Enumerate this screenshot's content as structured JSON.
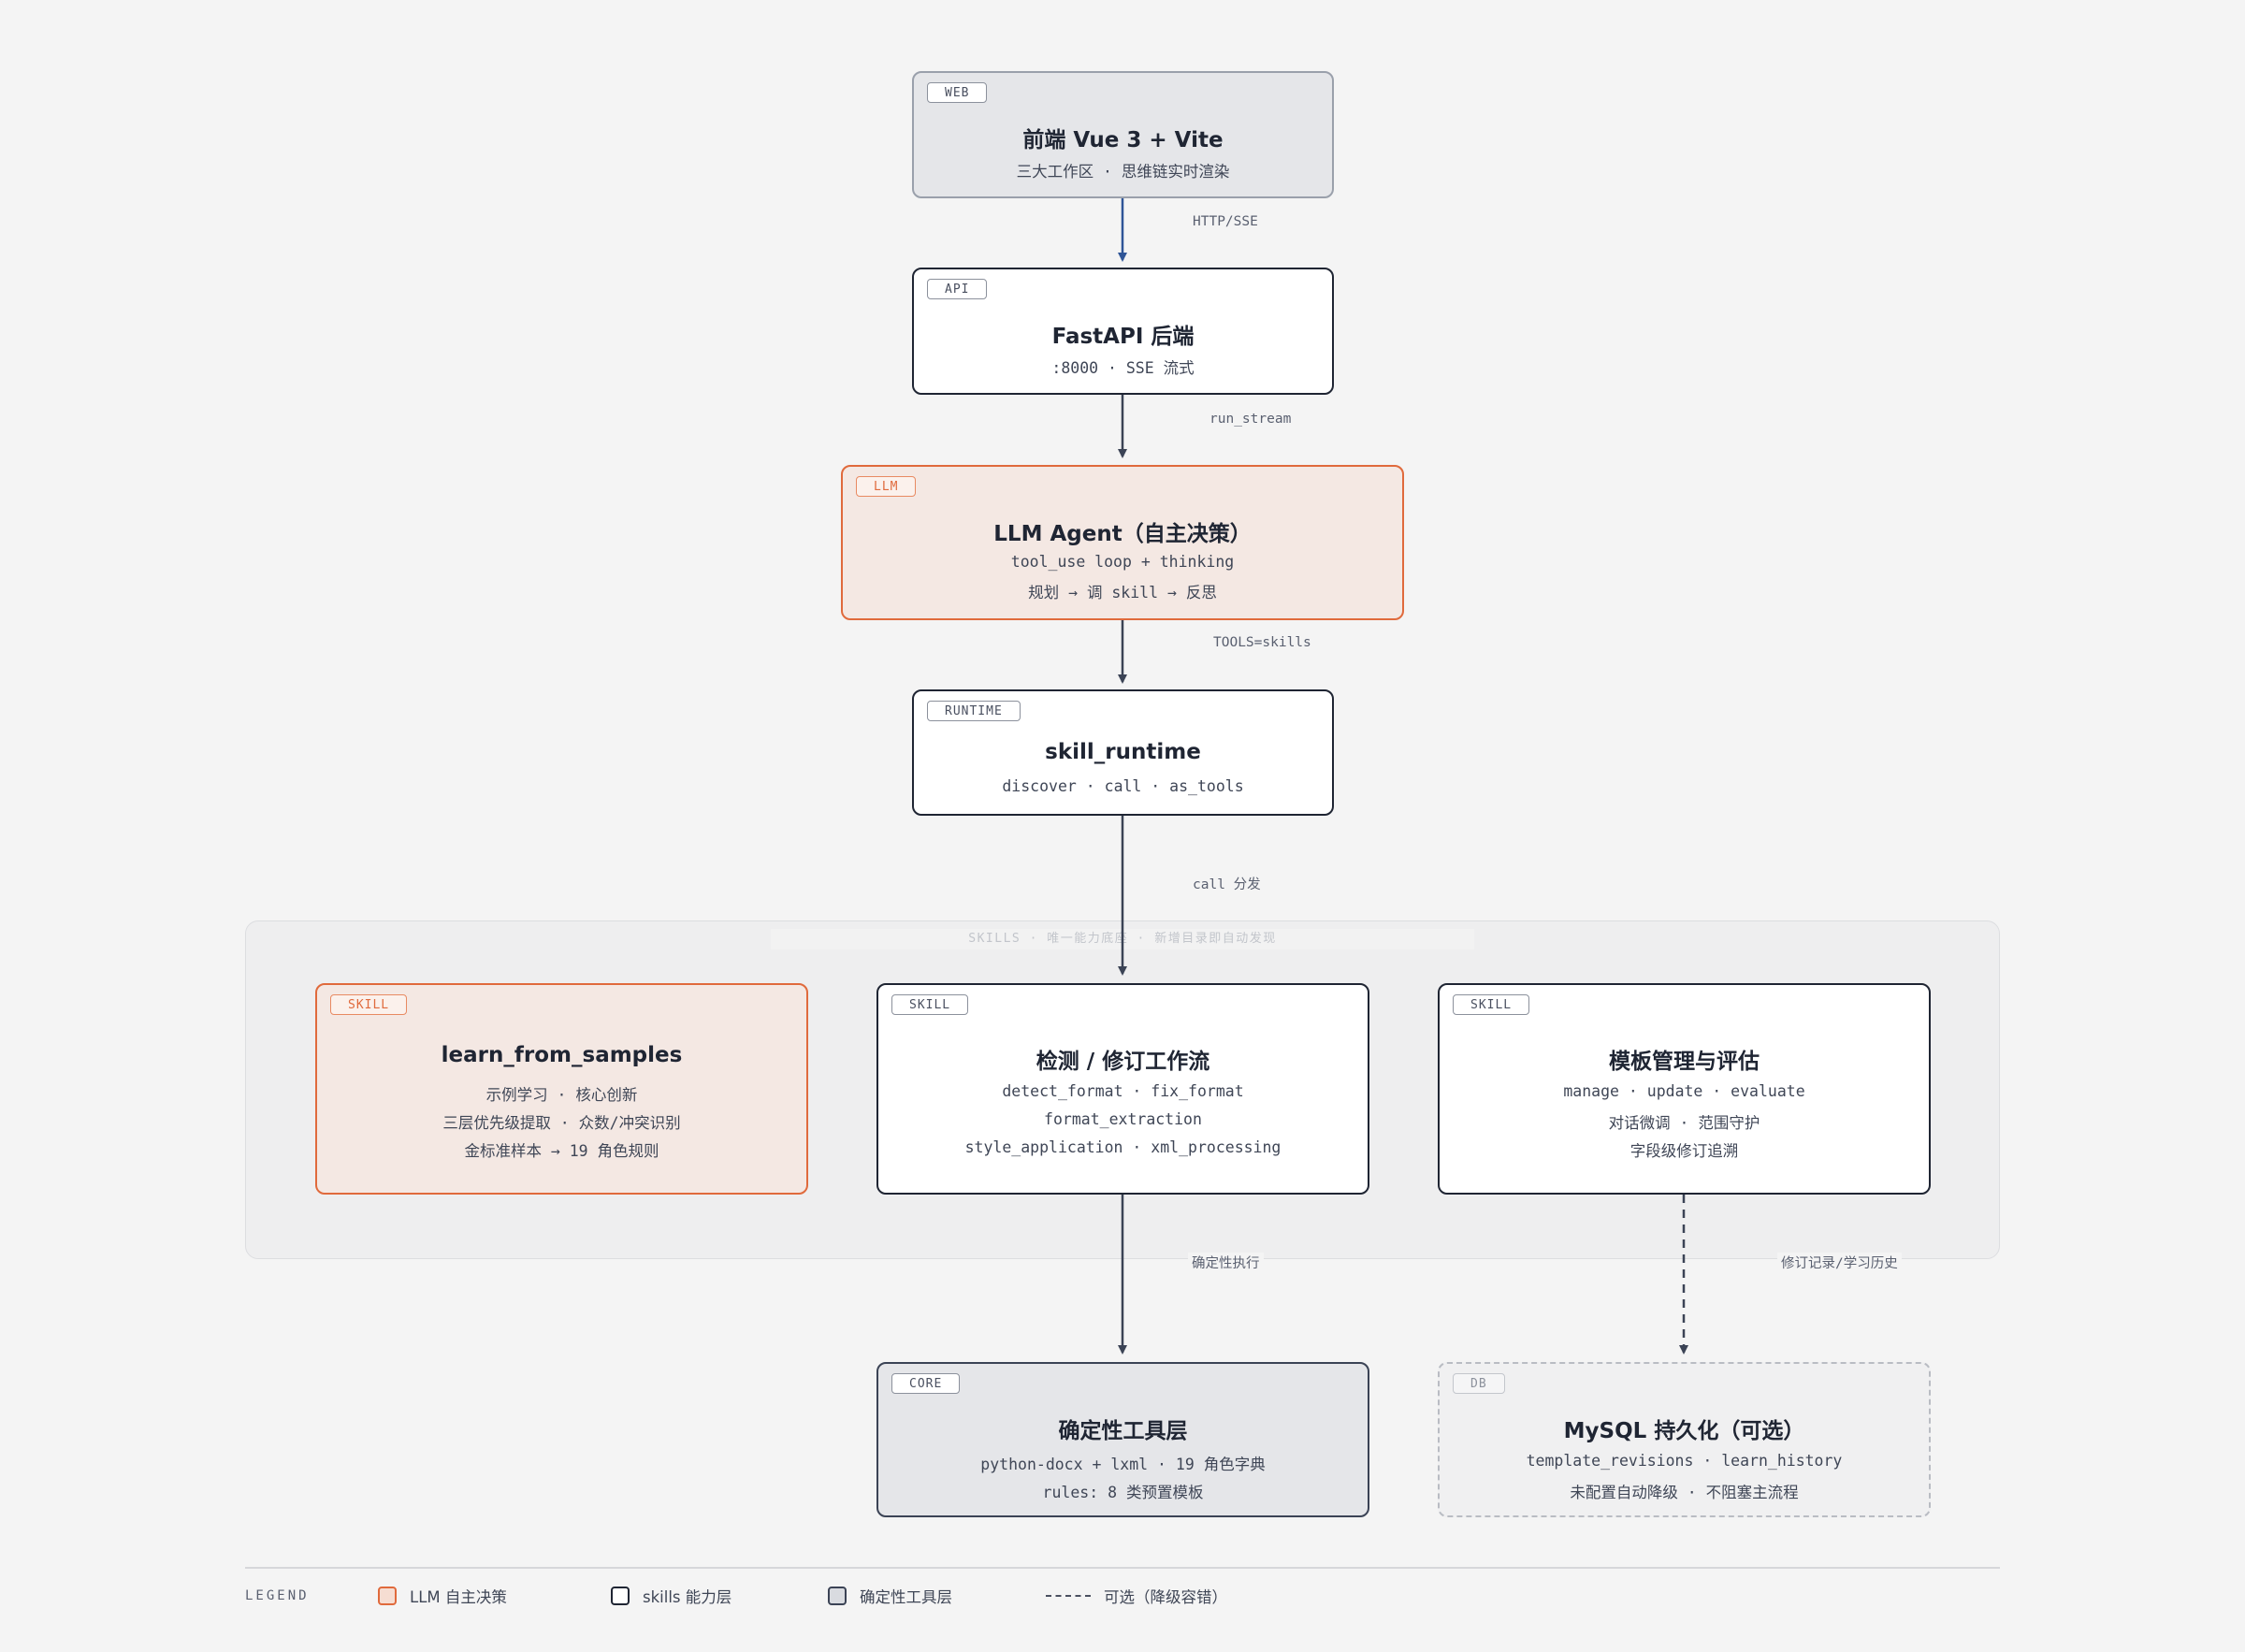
{
  "nodes": {
    "web": {
      "tag": "WEB",
      "title": "前端 Vue 3 + Vite",
      "lines": [
        "三大工作区 · 思维链实时渲染"
      ]
    },
    "api": {
      "tag": "API",
      "title": "FastAPI 后端",
      "lines": [
        ":8000 · SSE 流式"
      ]
    },
    "llm": {
      "tag": "LLM",
      "title": "LLM Agent（自主决策）",
      "lines": [
        "tool_use loop + thinking",
        "规划 → 调 skill → 反思"
      ]
    },
    "runtime": {
      "tag": "RUNTIME",
      "title": "skill_runtime",
      "lines": [
        "discover · call · as_tools"
      ]
    },
    "learn": {
      "tag": "SKILL",
      "title": "learn_from_samples",
      "lines": [
        "示例学习 · 核心创新",
        "三层优先级提取 · 众数/冲突识别",
        "金标准样本 → 19 角色规则"
      ]
    },
    "detect": {
      "tag": "SKILL",
      "title": "检测 / 修订工作流",
      "lines": [
        "detect_format · fix_format",
        "format_extraction",
        "style_application · xml_processing"
      ]
    },
    "template": {
      "tag": "SKILL",
      "title": "模板管理与评估",
      "lines": [
        "manage · update · evaluate",
        "对话微调 · 范围守护",
        "字段级修订追溯"
      ]
    },
    "core": {
      "tag": "CORE",
      "title": "确定性工具层",
      "lines": [
        "python-docx + lxml · 19 角色字典",
        "rules: 8 类预置模板"
      ]
    },
    "db": {
      "tag": "DB",
      "title": "MySQL 持久化（可选）",
      "lines": [
        "template_revisions · learn_history",
        "未配置自动降级 · 不阻塞主流程"
      ]
    }
  },
  "group_label": "SKILLS · 唯一能力底座 · 新增目录即自动发现",
  "edges": {
    "web_api": "HTTP/SSE",
    "api_llm": "run_stream",
    "llm_runtime": "TOOLS=skills",
    "runtime_skills": "call 分发",
    "detect_core": "确定性执行",
    "template_db": "修订记录/学习历史"
  },
  "legend": {
    "title": "LEGEND",
    "llm": "LLM 自主决策",
    "skills": "skills 能力层",
    "core": "确定性工具层",
    "optional": "可选（降级容错）"
  },
  "colors": {
    "llm_accent": "#e06a3c",
    "edge": "#3b4355",
    "edge_primary": "#2f5597"
  }
}
